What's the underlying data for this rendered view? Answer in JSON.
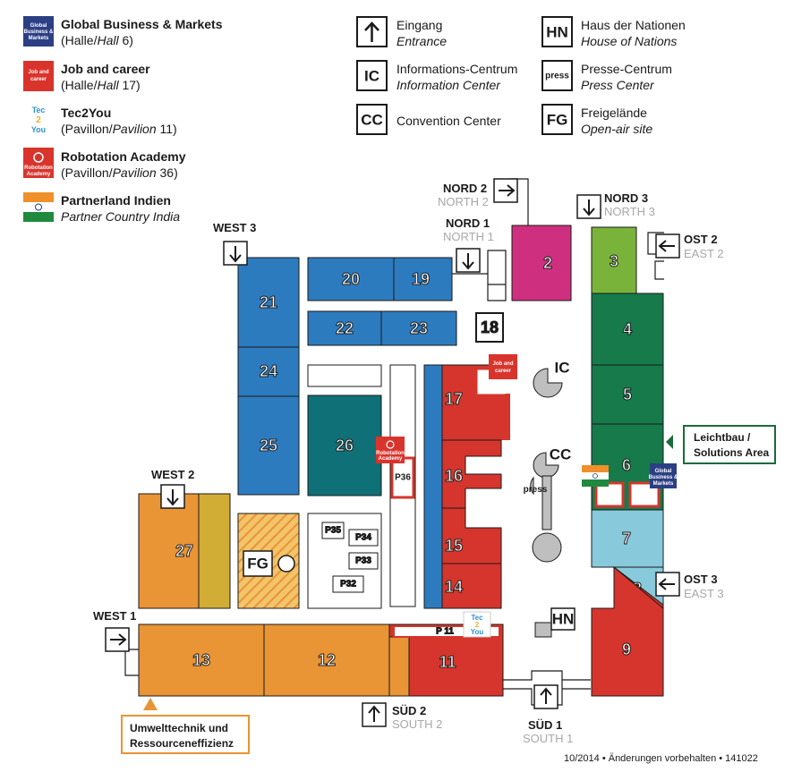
{
  "legend": {
    "left": [
      {
        "title": "Global Business & Markets",
        "sub_a": "(Halle/",
        "sub_b": "Hall",
        "sub_c": " 6)",
        "logo_lines": [
          "Global",
          "Business &",
          "Markets"
        ],
        "color": "#2b3f84"
      },
      {
        "title": "Job and career",
        "sub_a": "(Halle/",
        "sub_b": "Hall",
        "sub_c": " 17)",
        "logo_lines": [
          "Job and",
          "career"
        ],
        "color": "#d9342b"
      },
      {
        "title": "Tec2You",
        "sub_a": "(Pavillon/",
        "sub_b": "Pavilion",
        "sub_c": " 11)",
        "logo_lines": [
          "Tec",
          "2",
          "You"
        ],
        "color": "#2f93cf"
      },
      {
        "title": "Robotation Academy",
        "sub_a": "(Pavillon/",
        "sub_b": "Pavilion",
        "sub_c": " 36)",
        "logo_lines": [
          "Robotation",
          "Academy"
        ],
        "color": "#d9342b"
      },
      {
        "title": "Partnerland Indien",
        "sub_it": "Partner Country India"
      }
    ],
    "middle": [
      {
        "de": "Eingang",
        "en": "Entrance"
      },
      {
        "icon": "IC",
        "de": "Informations-Centrum",
        "en": "Information Center"
      },
      {
        "icon": "CC",
        "de": "Convention Center",
        "en": ""
      }
    ],
    "right": [
      {
        "icon": "HN",
        "de": "Haus der Nationen",
        "en": "House of Nations"
      },
      {
        "icon": "press",
        "de": "Presse-Centrum",
        "en": "Press Center"
      },
      {
        "icon": "FG",
        "de": "Freigelände",
        "en": "Open-air site"
      }
    ]
  },
  "halls": {
    "h2": "2",
    "h3": "3",
    "h4": "4",
    "h5": "5",
    "h6": "6",
    "h7": "7",
    "h8": "8",
    "h9": "9",
    "h11": "11",
    "h12": "12",
    "h13": "13",
    "h14": "14",
    "h15": "15",
    "h16": "16",
    "h17": "17",
    "h18": "18",
    "h19": "19",
    "h20": "20",
    "h21": "21",
    "h22": "22",
    "h23": "23",
    "h24": "24",
    "h25": "25",
    "h26": "26",
    "h27": "27"
  },
  "pavilions": {
    "p11": "P 11",
    "p32": "P32",
    "p33": "P33",
    "p34": "P34",
    "p35": "P35",
    "p36": "P36"
  },
  "site_icons": {
    "ic": "IC",
    "cc": "CC",
    "press": "press",
    "hn": "HN",
    "fg": "FG"
  },
  "entrances": {
    "nord2": {
      "name": "NORD 2",
      "en": "NORTH 2"
    },
    "nord1": {
      "name": "NORD 1",
      "en": "NORTH 1"
    },
    "nord3": {
      "name": "NORD 3",
      "en": "NORTH 3"
    },
    "ost2": {
      "name": "OST 2",
      "en": "EAST 2"
    },
    "ost3": {
      "name": "OST 3",
      "en": "EAST 3"
    },
    "west3": {
      "name": "WEST 3"
    },
    "west2": {
      "name": "WEST 2"
    },
    "west1": {
      "name": "WEST 1"
    },
    "sued2": {
      "name": "SÜD 2",
      "en": "SOUTH 2"
    },
    "sued1": {
      "name": "SÜD 1",
      "en": "SOUTH 1"
    }
  },
  "callouts": {
    "leichtbau": [
      "Leichtbau /",
      "Solutions Area"
    ],
    "umwelt": [
      "Umwelttechnik und",
      "Ressourceneffizienz"
    ]
  },
  "footer": "10/2014 • Änderungen vorbehalten • 141022",
  "colors": {
    "blue": "#2d7bbf",
    "teal": "#0f7078",
    "red": "#d5352c",
    "magenta": "#cf2f7f",
    "lime": "#7ab339",
    "green": "#167a4b",
    "lightblue": "#89c9dc",
    "orange": "#e99435",
    "olive": "#d2ad35",
    "darkgreen": "#1a6b3c"
  }
}
